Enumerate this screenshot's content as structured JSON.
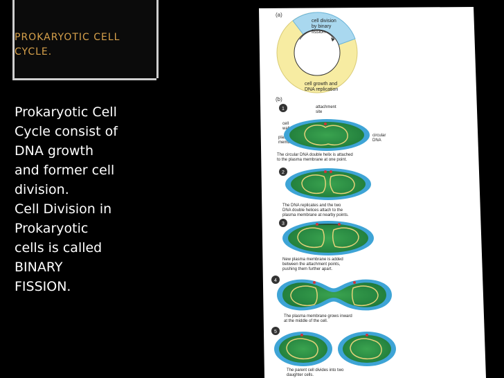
{
  "slide": {
    "title_lines": [
      "PROKARYOTIC  CELL",
      "CYCLE."
    ],
    "body_lines": [
      "Prokaryotic Cell",
      "Cycle consist of",
      "DNA growth",
      "and former cell",
      "division.",
      "Cell Division in",
      "Prokaryotic",
      "cells is called",
      "BINARY",
      "FISSION."
    ]
  },
  "figure": {
    "part_a": {
      "label": "(a)",
      "segment_division": [
        "cell division",
        "by binary",
        "fission"
      ],
      "segment_growth": [
        "cell growth and",
        "DNA replication"
      ]
    },
    "part_b": {
      "label": "(b)",
      "steps": [
        {
          "number": "1",
          "caption": [
            "The circular DNA double helix is attached",
            "to the plasma membrane at one point."
          ]
        },
        {
          "number": "2",
          "caption": [
            "The DNA replicates and the two",
            "DNA double helices attach to the",
            "plasma membrane at nearby points."
          ]
        },
        {
          "number": "3",
          "caption": [
            "New plasma membrane is added",
            "between the attachment points,",
            "pushing them further apart."
          ]
        },
        {
          "number": "4",
          "caption": [
            "The plasma membrane grows inward",
            "at the middle of the cell."
          ]
        },
        {
          "number": "5",
          "caption": [
            "The parent cell divides into two",
            "daughter cells."
          ]
        }
      ],
      "labels": {
        "attachment_site": [
          "attachment",
          "site"
        ],
        "cell_wall": [
          "cell",
          "wall"
        ],
        "plasma_membrane": [
          "plasma",
          "membrane"
        ],
        "circular_dna": [
          "circular",
          "DNA"
        ]
      }
    },
    "colors": {
      "outer_ring": "#f7eca2",
      "division_segment": "#a9d8ef",
      "cell_wall": "#3ea4d6",
      "cytoplasm": "#2f9a48",
      "dna": "#e6d27a",
      "attachment": "#d1333a"
    }
  }
}
